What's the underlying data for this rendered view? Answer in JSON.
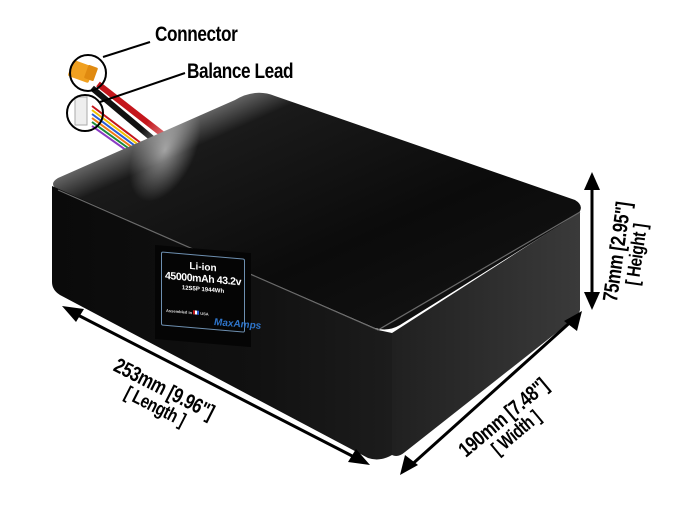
{
  "product": {
    "chemistry": "Li-ion",
    "capacity_voltage": "45000mAh 43.2v",
    "configuration": "12S5P 1944Wh",
    "made_in": "Assembled in the USA",
    "brand_logo": "MaxAmps",
    "body_color": "#0b0b0b",
    "label_border_color": "#6d8fb0",
    "logo_color": "#2e74c9"
  },
  "callouts": {
    "connector": "Connector",
    "balance_lead": "Balance Lead",
    "connector_color": "#f0a020"
  },
  "dimensions": {
    "length": {
      "value": "253mm [9.96\"]",
      "label": "[ Length ]"
    },
    "width": {
      "value": "190mm [7.48\"]",
      "label": "[ Width ]"
    },
    "height": {
      "value": "75mm [2.95\"]",
      "label": "[ Height ]"
    }
  },
  "icons": {
    "connector": "xt-connector-icon",
    "balance": "balance-plug-icon",
    "arrows": "double-arrow-icon"
  }
}
